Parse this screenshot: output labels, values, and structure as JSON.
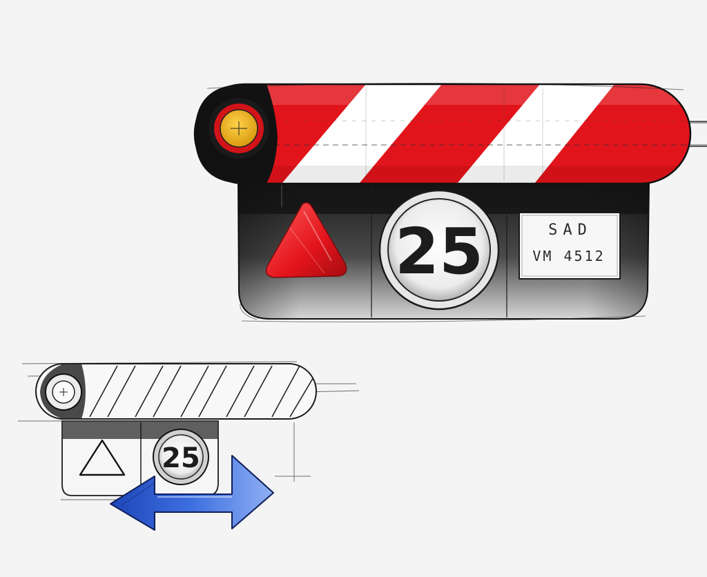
{
  "colors": {
    "background": "#f4f4f4",
    "stripe_red": "#e2141b",
    "stripe_white": "#ffffff",
    "lamp_amber": "#f2b21a",
    "panel_dark": "#2b2b2b",
    "arrow_blue": "#2f5fd0",
    "pencil": "#222222"
  },
  "main_unit": {
    "speed_limit": "25",
    "plate_line_1": "SAD",
    "plate_line_2": "VM 4512",
    "lamp_icon": "amber-lamp-icon",
    "warning_icon": "red-warning-triangle-icon"
  },
  "small_unit": {
    "speed_limit": "25",
    "warning_icon": "outline-warning-triangle-icon",
    "arrow_icon": "blue-double-arrow-icon"
  }
}
